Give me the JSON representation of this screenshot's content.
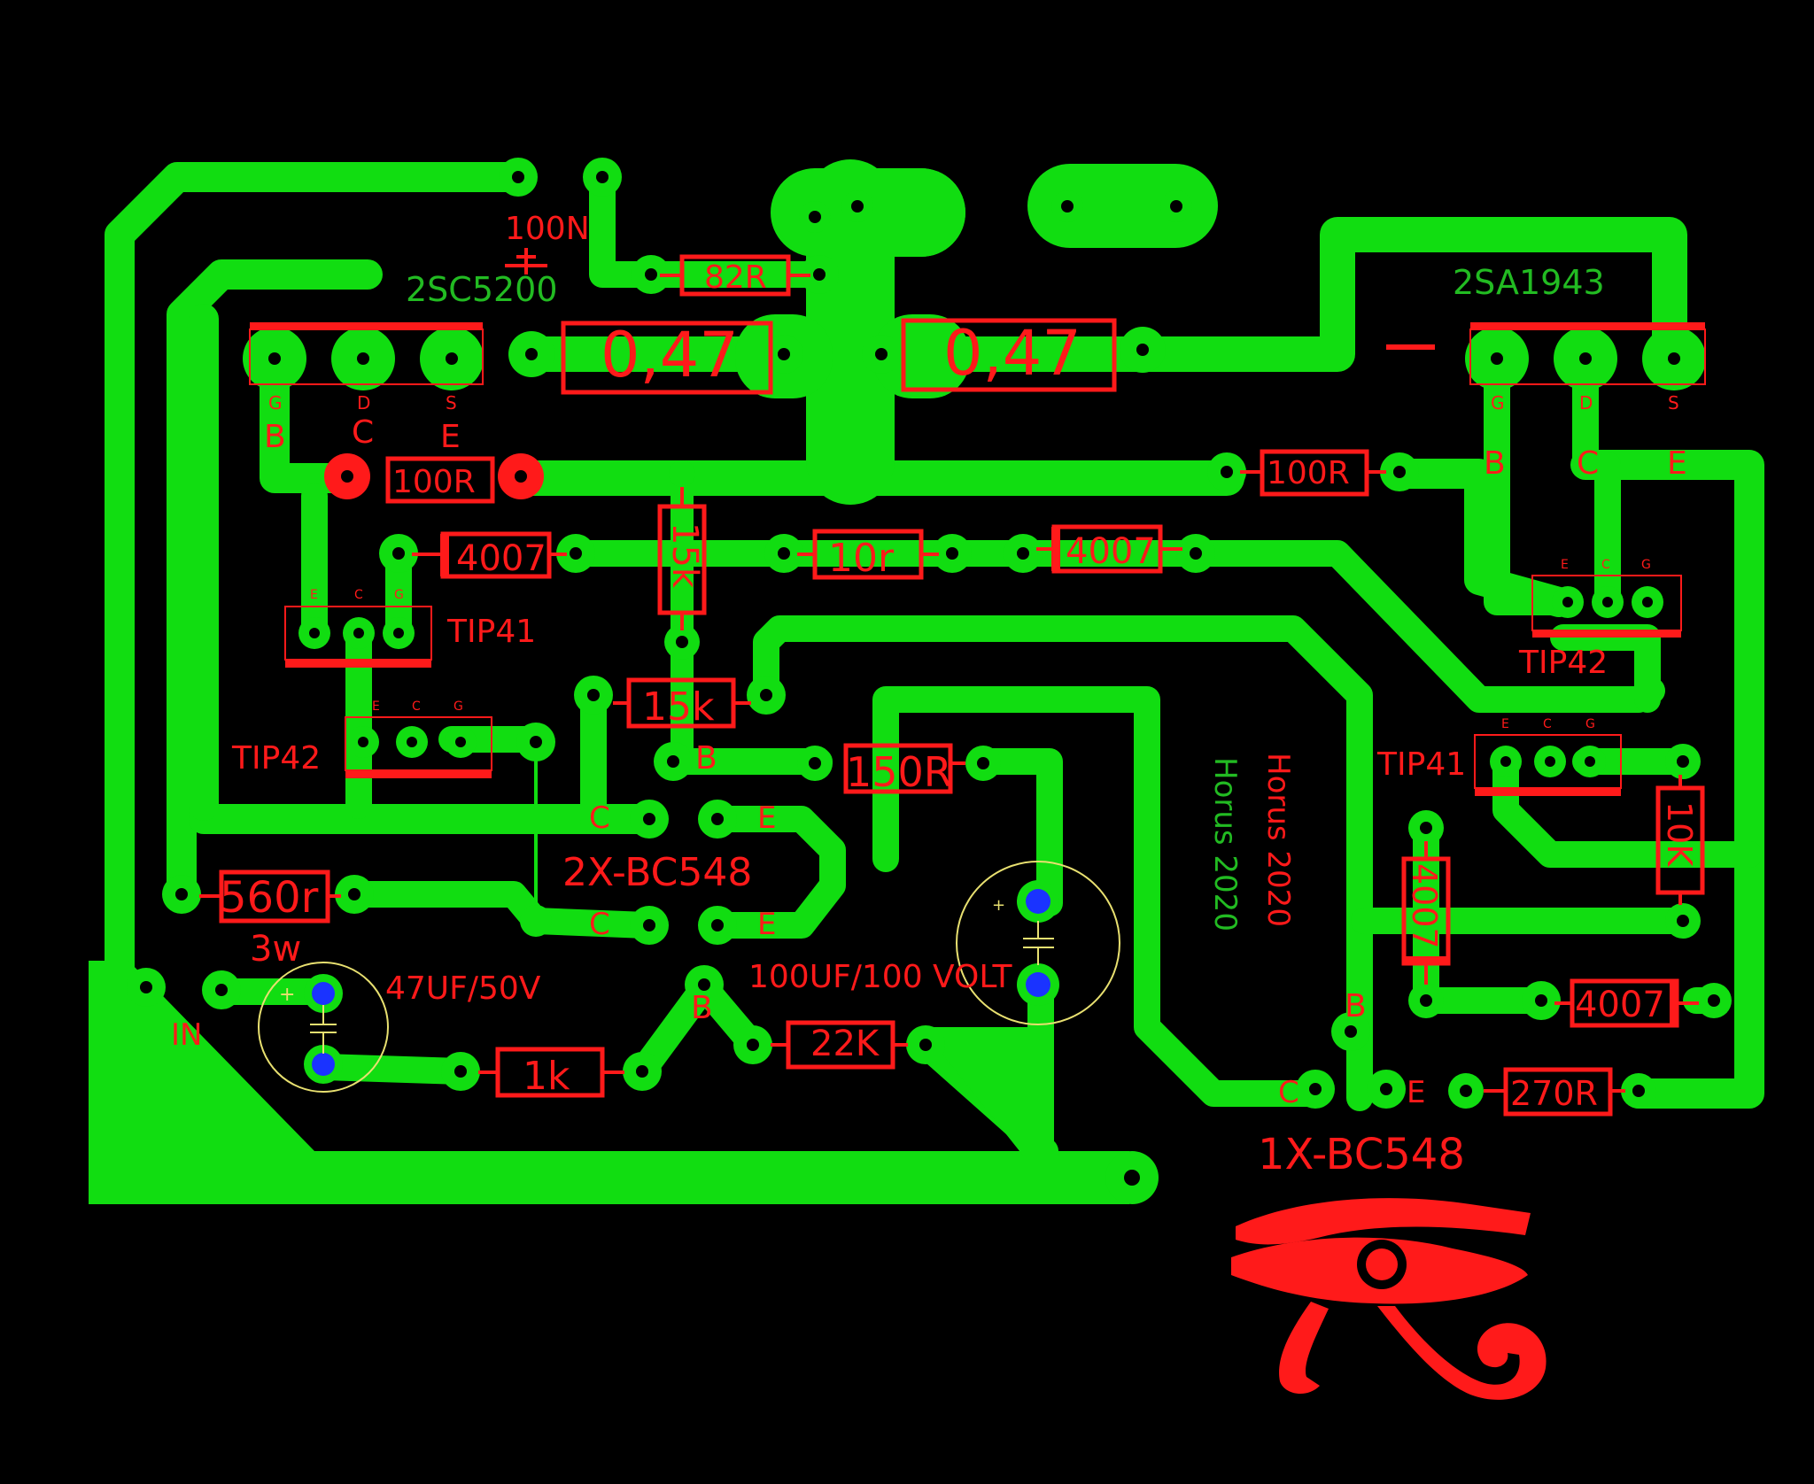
{
  "colors": {
    "background": "#000000",
    "copper": "#11dd11",
    "silk_red": "#ff1a1a",
    "silk_green": "#22bb22",
    "cap_pad": "#1a33ff",
    "cap_outline": "#e8e070"
  },
  "transistors": {
    "q_npn_power": "2SC5200",
    "q_pnp_power": "2SA1943",
    "tip41_left": "TIP41",
    "tip42_left": "TIP42",
    "tip42_right": "TIP42",
    "tip41_right": "TIP41",
    "bc548_pair": "2X-BC548",
    "bc548_single": "1X-BC548"
  },
  "pins": {
    "g": "G",
    "d": "D",
    "s": "S",
    "b": "B",
    "c": "C",
    "e": "E"
  },
  "resistors": {
    "r_82r": "82R",
    "r_047_left": "0,47",
    "r_047_right": "0,47",
    "r_100r_left": "100R",
    "r_100r_right": "100R",
    "r_15k_vertical": "15k",
    "r_15k": "15k",
    "r_10r": "10r",
    "r_150r": "150R",
    "r_560r": "560r",
    "r_560r_power": "3w",
    "r_1k": "1k",
    "r_22k": "22K",
    "r_270r": "270R",
    "r_10k": "10K"
  },
  "diodes": {
    "d_left": "4007",
    "d_mid": "4007",
    "d_right_vertical": "4007",
    "d_right": "4007"
  },
  "capacitors": {
    "c_100n": "100N",
    "c_47uf": "47UF/50V",
    "c_100uf": "100UF/100 VOLT"
  },
  "connectors": {
    "input": "IN",
    "plus": "+",
    "minus": "—"
  },
  "signature": {
    "red": "Horus 2020",
    "green": "Horus 2020"
  },
  "logo": {
    "name": "eye-of-horus-icon"
  }
}
